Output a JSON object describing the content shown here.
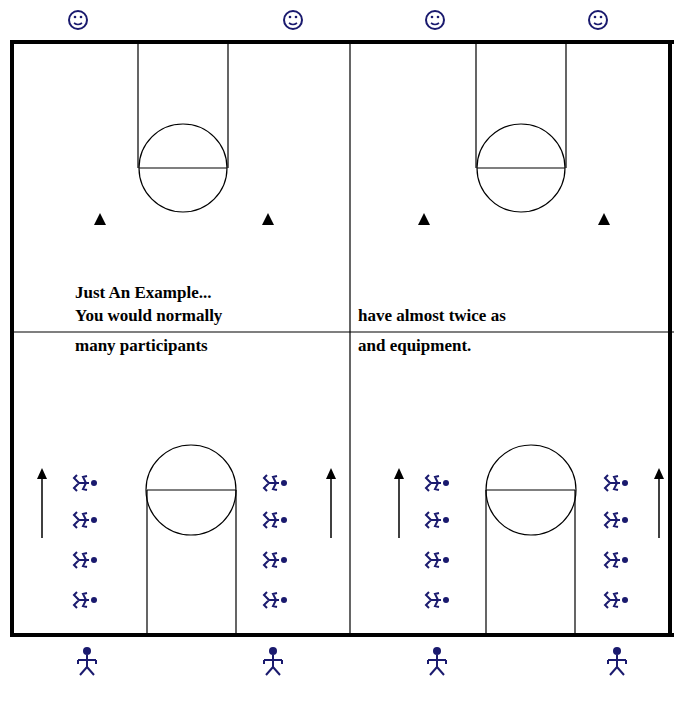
{
  "diagram": {
    "labels": [
      "Just An Example...",
      "You would normally",
      "have almost twice as",
      "many participants",
      "and equipment."
    ]
  }
}
